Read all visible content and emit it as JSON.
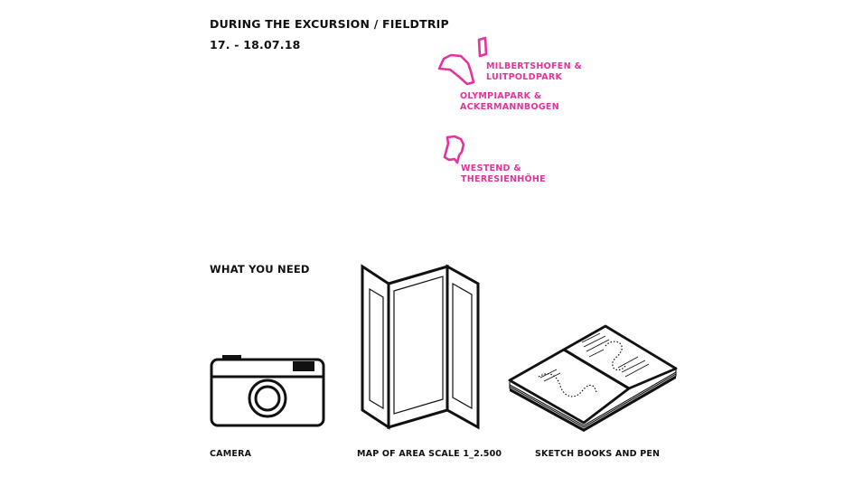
{
  "heading": {
    "title": "DURING THE EXCURSION / FIELDTRIP",
    "dates": "17. - 18.07.18"
  },
  "accent_color": "#e6329c",
  "areas": [
    {
      "line1": "MILBERTSHOFEN &",
      "line2": "LUITPOLDPARK"
    },
    {
      "line1": "OLYMPIAPARK &",
      "line2": "ACKERMANNBOGEN"
    },
    {
      "line1": "WESTEND &",
      "line2": "THERESIENHÖHE"
    }
  ],
  "needs": {
    "title": "WHAT YOU NEED",
    "items": [
      {
        "label": "CAMERA",
        "icon": "camera-icon"
      },
      {
        "label": "MAP OF AREA SCALE 1_2.500",
        "icon": "folded-map-icon"
      },
      {
        "label": "SKETCH BOOKS AND PEN",
        "icon": "sketchbook-icon"
      }
    ]
  }
}
